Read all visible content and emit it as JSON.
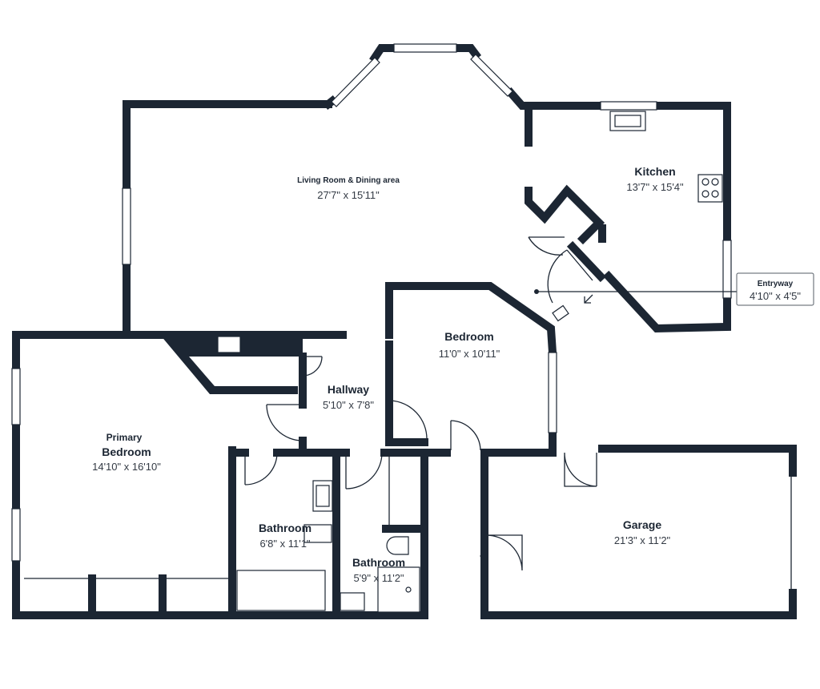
{
  "rooms": {
    "living": {
      "name": "Living Room & Dining area",
      "dims": "27'7\" x 15'11\""
    },
    "kitchen": {
      "name": "Kitchen",
      "dims": "13'7\" x 15'4\""
    },
    "entryway": {
      "name": "Entryway",
      "dims": "4'10\" x 4'5\""
    },
    "bedroom": {
      "name": "Bedroom",
      "dims": "11'0\" x 10'11\""
    },
    "hallway": {
      "name": "Hallway",
      "dims": "5'10\" x 7'8\""
    },
    "primary": {
      "name_line1": "Primary",
      "name_line2": "Bedroom",
      "dims": "14'10\" x 16'10\""
    },
    "bath1": {
      "name": "Bathroom",
      "dims": "6'8\" x 11'1\""
    },
    "bath2": {
      "name": "Bathroom",
      "dims": "5'9\" x 11'2\""
    },
    "garage": {
      "name": "Garage",
      "dims": "21'3\" x 11'2\""
    }
  },
  "colors": {
    "wall": "#1c2633",
    "background": "#ffffff"
  }
}
